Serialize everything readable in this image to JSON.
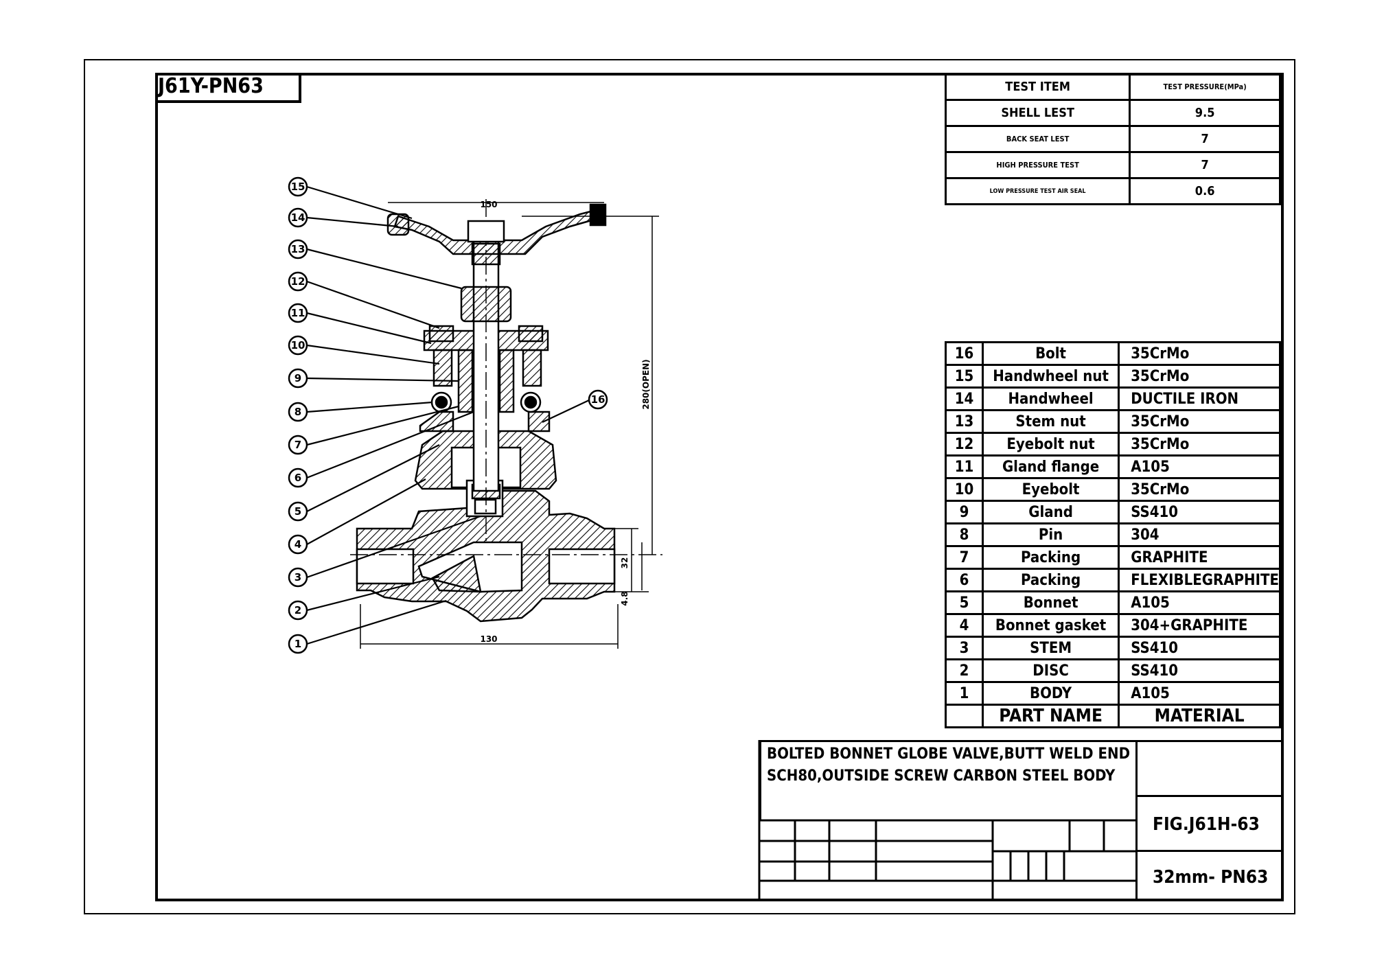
{
  "drawing_tag": "J61Y-PN63",
  "test_table": {
    "headers": [
      "TEST ITEM",
      "TEST PRESSURE(MPa)"
    ],
    "rows": [
      [
        "SHELL LEST",
        "9.5"
      ],
      [
        "BACK SEAT LEST",
        "7"
      ],
      [
        "HIGH PRESSURE TEST",
        "7"
      ],
      [
        "LOW PRESSURE TEST AIR SEAL",
        "0.6"
      ]
    ]
  },
  "parts_table": {
    "rows": [
      [
        "16",
        "Bolt",
        "35CrMo"
      ],
      [
        "15",
        "Handwheel nut",
        "35CrMo"
      ],
      [
        "14",
        "Handwheel",
        "DUCTILE IRON"
      ],
      [
        "13",
        "Stem nut",
        "35CrMo"
      ],
      [
        "12",
        "Eyebolt nut",
        "35CrMo"
      ],
      [
        "11",
        "Gland flange",
        "A105"
      ],
      [
        "10",
        "Eyebolt",
        "35CrMo"
      ],
      [
        "9",
        "Gland",
        "SS410"
      ],
      [
        "8",
        "Pin",
        "304"
      ],
      [
        "7",
        "Packing",
        "GRAPHITE"
      ],
      [
        "6",
        "Packing",
        "FLEXIBLEGRAPHITE"
      ],
      [
        "5",
        "Bonnet",
        "A105"
      ],
      [
        "4",
        "Bonnet gasket",
        "304+GRAPHITE"
      ],
      [
        "3",
        "STEM",
        "SS410"
      ],
      [
        "2",
        "DISC",
        "SS410"
      ],
      [
        "1",
        "BODY",
        "A105"
      ]
    ],
    "header": [
      "",
      "PART NAME",
      "MATERIAL"
    ]
  },
  "title_block": {
    "description_line1": "BOLTED BONNET GLOBE VALVE,BUTT WELD END",
    "description_line2": "SCH80,OUTSIDE  SCREW CARBON STEEL BODY",
    "figure": "FIG.J61H-63",
    "size": "32mm- PN63"
  },
  "callouts_left": [
    "15",
    "14",
    "13",
    "12",
    "11",
    "10",
    "9",
    "8",
    "7",
    "6",
    "5",
    "4",
    "3",
    "2",
    "1"
  ],
  "callout_right": "16",
  "dimensions": {
    "handwheel_dia": "150",
    "length": "130",
    "height": "280(OPEN)",
    "weld_1": "32",
    "weld_2": "4.8"
  }
}
